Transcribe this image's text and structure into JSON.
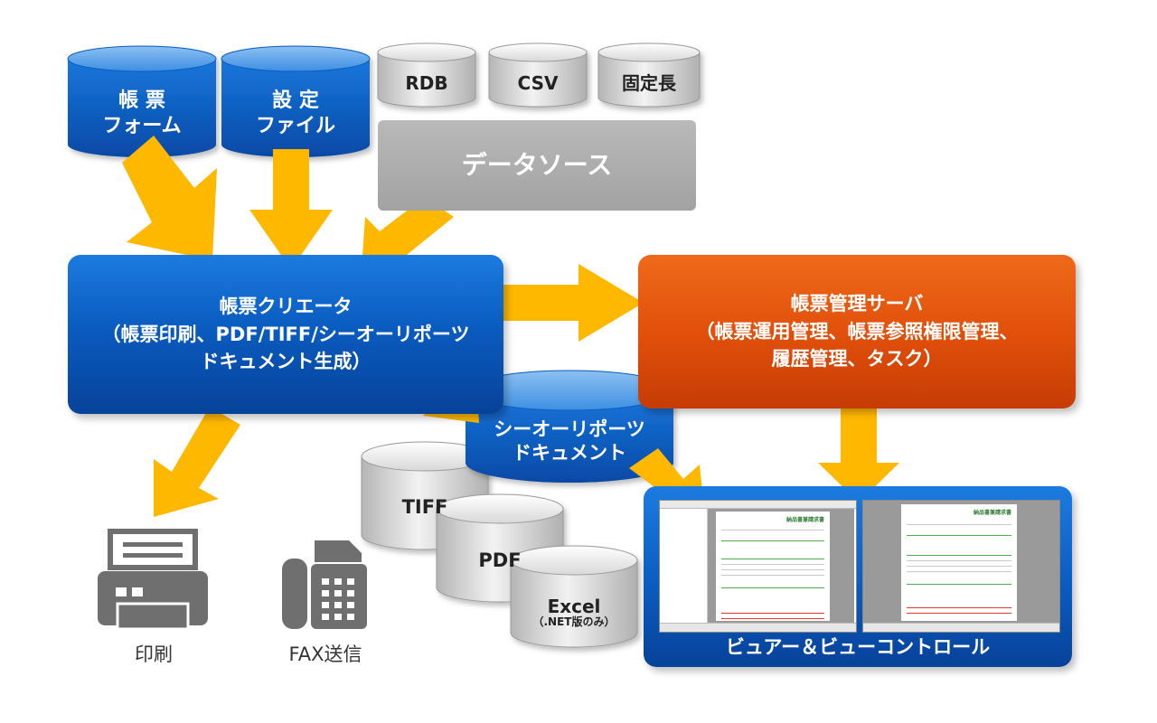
{
  "inputs": {
    "form_line1": "帳 票",
    "form_line2": "フォーム",
    "settings_line1": "設 定",
    "settings_line2": "ファイル"
  },
  "data_sources": {
    "items": [
      "RDB",
      "CSV",
      "固定長"
    ],
    "label": "データソース"
  },
  "creator": {
    "title": "帳票クリエータ",
    "line2": "（帳票印刷、PDF/TIFF/シーオーリポーツ",
    "line3": "ドキュメント生成）"
  },
  "server": {
    "title": "帳票管理サーバ",
    "line2": "（帳票運用管理、帳票参照権限管理、",
    "line3": "履歴管理、タスク）"
  },
  "document": {
    "line1": "シーオーリポーツ",
    "line2": "ドキュメント"
  },
  "formats": {
    "tiff": "TIFF",
    "pdf": "PDF",
    "excel": "Excel",
    "excel_note": "（.NET版のみ）"
  },
  "outputs": {
    "print": "印刷",
    "fax": "FAX送信"
  },
  "viewer": {
    "label": "ビュアー＆ビューコントロール",
    "doc_title": "納品書兼請求書"
  },
  "colors": {
    "arrow": "#FFB800",
    "blue": "#0a5cc0",
    "orange": "#e2500b",
    "gray": "#a6a6a6",
    "icon": "#6f6f6f"
  }
}
